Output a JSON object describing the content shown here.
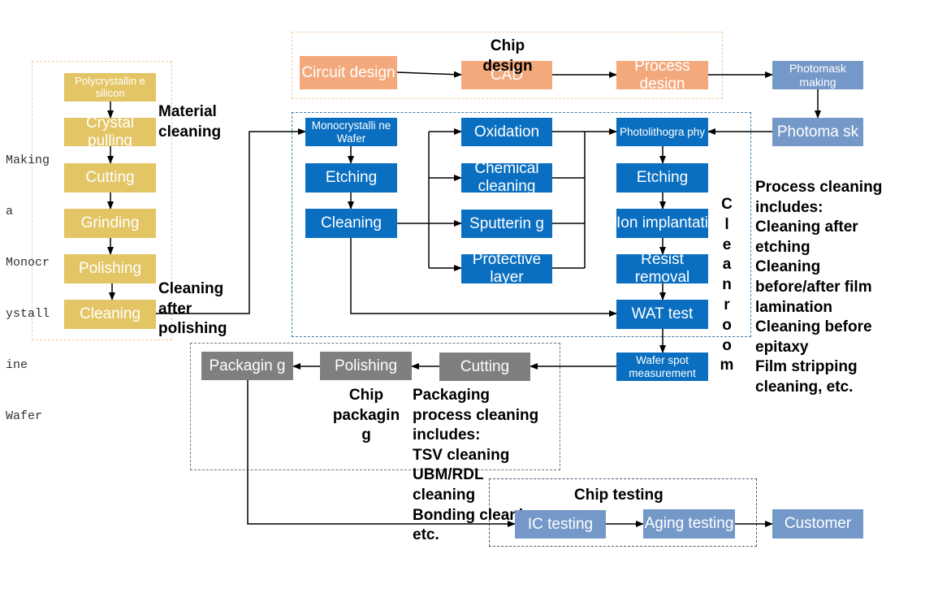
{
  "regions": {
    "monocrystalline": {
      "label_lines": [
        "Making",
        "a",
        "Monocr",
        "ystall",
        "ine",
        "Wafer"
      ],
      "border": "#f0c8a0"
    },
    "chip_design": {
      "label": "Chip design",
      "border": "#f0c8a0"
    },
    "cleanroom": {
      "label_letters": [
        "C",
        "l",
        "e",
        "a",
        "n",
        "r",
        "o",
        "o",
        "m"
      ],
      "border": "#3d7fa8"
    },
    "chip_packaging": {
      "label_lines": [
        "Chip",
        "packagin",
        "g"
      ],
      "border": "#777777"
    },
    "chip_testing": {
      "label": "Chip testing",
      "border": "#555577"
    }
  },
  "colors": {
    "wafer_steps": "#e3c565",
    "design_steps": "#f4a97c",
    "process_steps": "#0a6fc0",
    "mask_test_steps": "#7498c8",
    "packaging_steps": "#7f7f7f"
  },
  "wafer_steps": [
    {
      "label": "Polycrystallin e silicon"
    },
    {
      "label": "Crystal pulling"
    },
    {
      "label": "Cutting"
    },
    {
      "label": "Grinding"
    },
    {
      "label": "Polishing"
    },
    {
      "label": "Cleaning"
    }
  ],
  "design_steps": [
    {
      "label": "Circuit design"
    },
    {
      "label": "CAD"
    },
    {
      "label": "Process design"
    }
  ],
  "mask_steps": [
    {
      "label": "Photomask making"
    },
    {
      "label": "Photoma sk"
    }
  ],
  "front_steps": [
    {
      "label": "Monocrystalli ne Wafer"
    },
    {
      "label": "Etching"
    },
    {
      "label": "Cleaning"
    }
  ],
  "film_steps": [
    {
      "label": "Oxidation"
    },
    {
      "label": "Chemical cleaning"
    },
    {
      "label": "Sputterin g"
    },
    {
      "label": "Protective layer"
    }
  ],
  "litho_steps": [
    {
      "label": "Photolithogra phy"
    },
    {
      "label": "Etching"
    },
    {
      "label": "Ion implantati"
    },
    {
      "label": "Resist removal"
    },
    {
      "label": "WAT test"
    },
    {
      "label": "Wafer spot measurement"
    }
  ],
  "packaging_steps": [
    {
      "label": "Packagin g"
    },
    {
      "label": "Polishing"
    },
    {
      "label": "Cutting"
    }
  ],
  "testing_steps": [
    {
      "label": "IC testing"
    },
    {
      "label": "Aging testing"
    },
    {
      "label": "Customer"
    }
  ],
  "annotations": {
    "material_cleaning": "Material cleaning",
    "cleaning_after_polishing": "Cleaning after polishing",
    "process_cleaning": [
      "Process cleaning",
      "includes:",
      "Cleaning after",
      "etching",
      "Cleaning",
      "before/after film",
      "lamination",
      "Cleaning before",
      "epitaxy",
      "Film stripping",
      "cleaning, etc."
    ],
    "packaging_cleaning": [
      "Packaging",
      "process cleaning",
      "includes:",
      "TSV cleaning",
      "UBM/RDL",
      "cleaning",
      "Bonding cleaning",
      "etc."
    ]
  }
}
